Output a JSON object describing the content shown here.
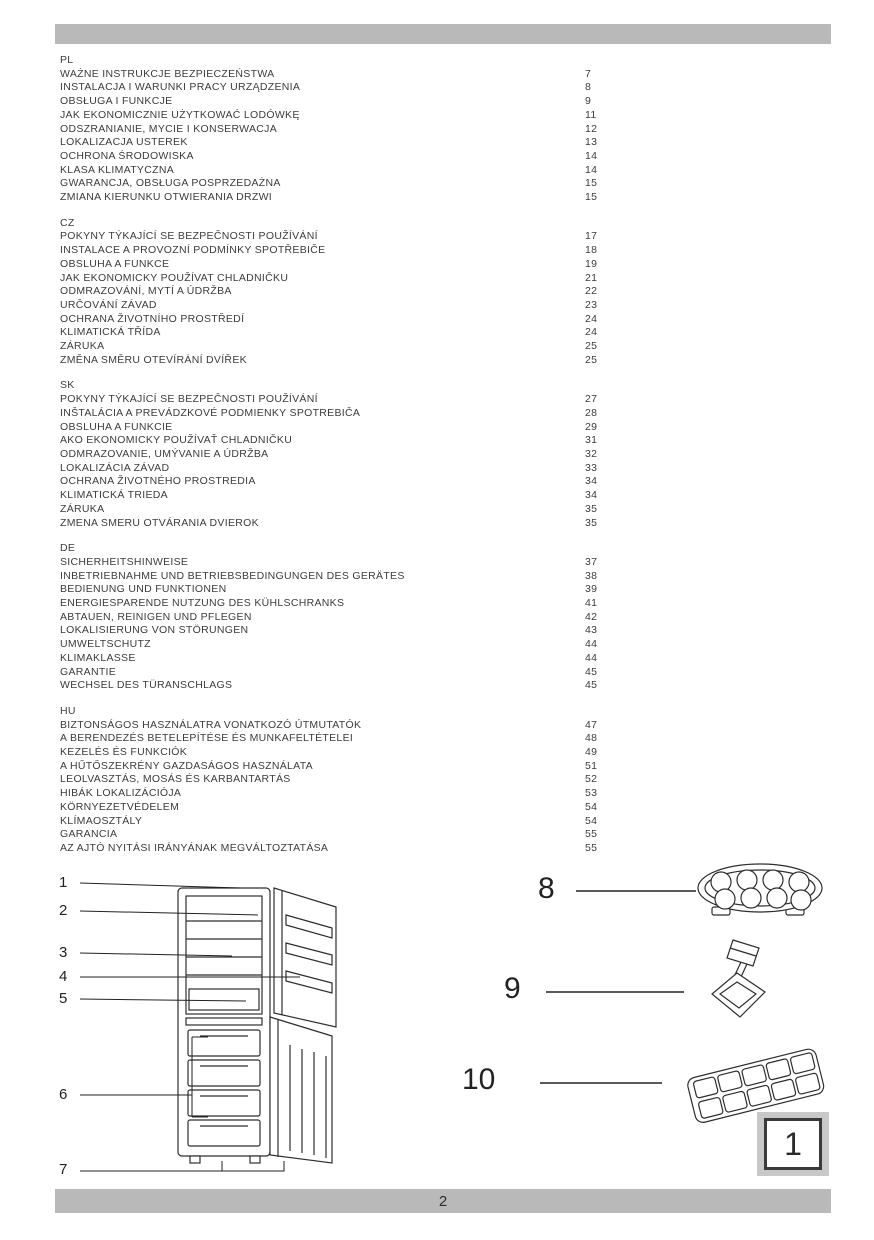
{
  "toc": {
    "sections": [
      {
        "lang": "PL",
        "entries": [
          {
            "title": "WAŻNE INSTRUKCJE BEZPIECZEŃSTWA",
            "page": "7"
          },
          {
            "title": "INSTALACJA I WARUNKI PRACY URZĄDZENIA",
            "page": "8"
          },
          {
            "title": "OBSŁUGA I FUNKCJE",
            "page": "9"
          },
          {
            "title": "JAK EKONOMICZNIE UŻYTKOWAĆ LODÓWKĘ",
            "page": "11"
          },
          {
            "title": "ODSZRANIANIE, MYCIE I KONSERWACJA",
            "page": "12"
          },
          {
            "title": "LOKALIZACJA USTEREK",
            "page": "13"
          },
          {
            "title": "OCHRONA ŚRODOWISKA",
            "page": "14"
          },
          {
            "title": "KLASA KLIMATYCZNA",
            "page": "14"
          },
          {
            "title": "GWARANCJA, OBSŁUGA POSPRZEDAŻNA",
            "page": "15"
          },
          {
            "title": "ZMIANA KIERUNKU OTWIERANIA DRZWI",
            "page": "15"
          }
        ]
      },
      {
        "lang": "CZ",
        "entries": [
          {
            "title": "POKYNY TÝKAJÍCÍ SE BEZPEČNOSTI POUŽÍVÁNÍ",
            "page": "17"
          },
          {
            "title": "INSTALACE A PROVOZNÍ PODMÍNKY SPOTŘEBIČE",
            "page": "18"
          },
          {
            "title": "OBSLUHA A FUNKCE",
            "page": "19"
          },
          {
            "title": "JAK EKONOMICKY POUŽÍVAT CHLADNIČKU",
            "page": "21"
          },
          {
            "title": "ODMRAZOVÁNÍ, MYTÍ A ÚDRŽBA",
            "page": "22"
          },
          {
            "title": "URČOVÁNÍ ZÁVAD",
            "page": "23"
          },
          {
            "title": "OCHRANA ŽIVOTNÍHO PROSTŘEDÍ",
            "page": "24"
          },
          {
            "title": "KLIMATICKÁ TŘÍDA",
            "page": "24"
          },
          {
            "title": "ZÁRUKA",
            "page": "25"
          },
          {
            "title": "ZMĚNA SMĚRU OTEVÍRÁNÍ DVÍŘEK",
            "page": "25"
          }
        ]
      },
      {
        "lang": "SK",
        "entries": [
          {
            "title": "POKYNY TÝKAJÍCÍ SE BEZPEČNOSTI POUŽÍVÁNÍ",
            "page": "27"
          },
          {
            "title": "INŠTALÁCIA A PREVÁDZKOVÉ PODMIENKY SPOTREBIČA",
            "page": "28"
          },
          {
            "title": "OBSLUHA A FUNKCIE",
            "page": "29"
          },
          {
            "title": "AKO EKONOMICKY POUŽÍVAŤ CHLADNIČKU",
            "page": "31"
          },
          {
            "title": "ODMRAZOVANIE, UMÝVANIE A ÚDRŽBA",
            "page": "32"
          },
          {
            "title": "LOKALIZÁCIA ZÁVAD",
            "page": "33"
          },
          {
            "title": "OCHRANA ŽIVOTNÉHO PROSTREDIA",
            "page": "34"
          },
          {
            "title": "KLIMATICKÁ TRIEDA",
            "page": "34"
          },
          {
            "title": "ZÁRUKA",
            "page": "35"
          },
          {
            "title": "ZMENA SMERU OTVÁRANIA DVIEROK",
            "page": "35"
          }
        ]
      },
      {
        "lang": "DE",
        "entries": [
          {
            "title": "SICHERHEITSHINWEISE",
            "page": "37"
          },
          {
            "title": "INBETRIEBNAHME UND BETRIEBSBEDINGUNGEN DES GERÄTES",
            "page": "38"
          },
          {
            "title": "BEDIENUNG UND FUNKTIONEN",
            "page": "39"
          },
          {
            "title": "ENERGIESPARENDE NUTZUNG DES KÜHLSCHRANKS",
            "page": "41"
          },
          {
            "title": "ABTAUEN, REINIGEN UND PFLEGEN",
            "page": "42"
          },
          {
            "title": "LOKALISIERUNG VON STÖRUNGEN",
            "page": "43"
          },
          {
            "title": "UMWELTSCHUTZ",
            "page": "44"
          },
          {
            "title": "KLIMAKLASSE",
            "page": "44"
          },
          {
            "title": "GARANTIE",
            "page": "45"
          },
          {
            "title": "WECHSEL DES TÜRANSCHLAGS",
            "page": "45"
          }
        ]
      },
      {
        "lang": "HU",
        "entries": [
          {
            "title": "BIZTONSÁGOS HASZNÁLATRA VONATKOZÓ ÚTMUTATÓK",
            "page": "47"
          },
          {
            "title": "A BERENDEZÉS BETELEPÍTÉSE ÉS MUNKAFELTÉTELEI",
            "page": "48"
          },
          {
            "title": "KEZELÉS ÉS FUNKCIÓK",
            "page": "49"
          },
          {
            "title": "A HŰTŐSZEKRÉNY GAZDASÁGOS HASZNÁLATA",
            "page": "51"
          },
          {
            "title": "LEOLVASZTÁS, MOSÁS ÉS KARBANTARTÁS",
            "page": "52"
          },
          {
            "title": "HIBÁK LOKALIZÁCIÓJA",
            "page": "53"
          },
          {
            "title": "KÖRNYEZETVÉDELEM",
            "page": "54"
          },
          {
            "title": "KLÍMAOSZTÁLY",
            "page": "54"
          },
          {
            "title": "GARANCIA",
            "page": "55"
          },
          {
            "title": "AZ AJTÓ NYITÁSI IRÁNYÁNAK MEGVÁLTOZTATÁSA",
            "page": "55"
          }
        ]
      }
    ]
  },
  "figure": {
    "callouts": [
      "1",
      "2",
      "3",
      "4",
      "5",
      "6",
      "7"
    ],
    "accessories": [
      {
        "num": "8",
        "icon": "egg-tray-icon"
      },
      {
        "num": "9",
        "icon": "ice-scoop-icon"
      },
      {
        "num": "10",
        "icon": "ice-cube-tray-icon"
      }
    ],
    "figure_number": "1"
  },
  "footer": {
    "page_number": "2"
  },
  "colors": {
    "bar_gray": "#b9b9b9",
    "text_dark": "#3c3c3c"
  }
}
